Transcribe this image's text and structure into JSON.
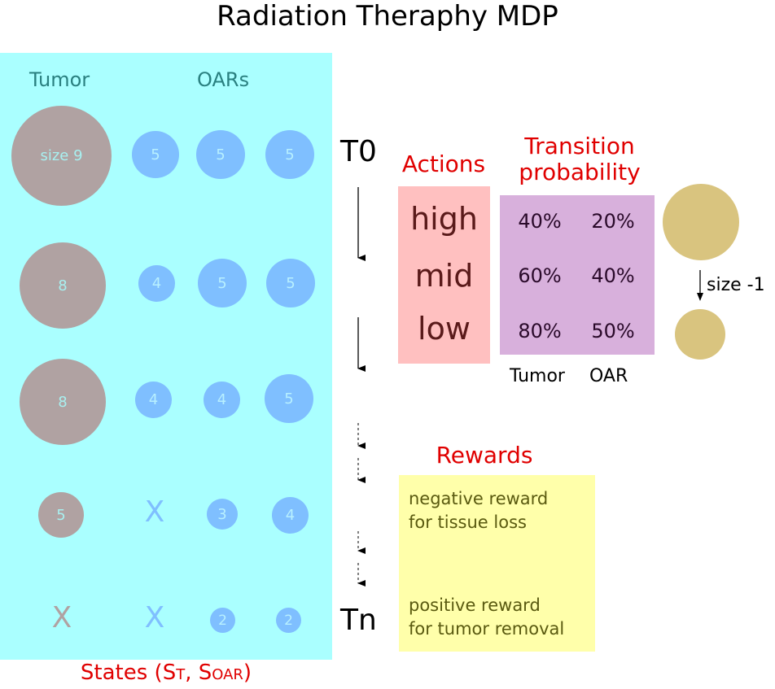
{
  "title": "Radiation Theraphy MDP",
  "states": {
    "tumor_header": "Tumor",
    "oar_header": "OARs",
    "rows": [
      {
        "tumor": "size 9",
        "oars": [
          "5",
          "5",
          "5"
        ]
      },
      {
        "tumor": "8",
        "oars": [
          "4",
          "5",
          "5"
        ]
      },
      {
        "tumor": "8",
        "oars": [
          "4",
          "4",
          "5"
        ]
      },
      {
        "tumor": "5",
        "oars": [
          "X",
          "3",
          "4"
        ]
      },
      {
        "tumor": "X",
        "oars": [
          "X",
          "2",
          "2"
        ]
      }
    ],
    "label_prefix": "States (S",
    "label_sub1": "T",
    "label_mid": ", S",
    "label_sub2": "OAR",
    "label_suffix": ")"
  },
  "time": {
    "start": "T0",
    "end": "Tn"
  },
  "actions": {
    "title": "Actions",
    "items": [
      "high",
      "mid",
      "low"
    ]
  },
  "transition": {
    "title_line1": "Transition",
    "title_line2": "probability",
    "rows": [
      {
        "tumor": "40%",
        "oar": "20%"
      },
      {
        "tumor": "60%",
        "oar": "40%"
      },
      {
        "tumor": "80%",
        "oar": "50%"
      }
    ],
    "tumor_label": "Tumor",
    "oar_label": "OAR",
    "size_change": "size -1"
  },
  "rewards": {
    "title": "Rewards",
    "negative_line1": "negative reward",
    "negative_line2": "for tissue loss",
    "positive_line1": "positive reward",
    "positive_line2": "for tumor removal"
  },
  "colors": {
    "states_bg": "#aaffff",
    "tumor": "#b0a2a2",
    "oar": "#7fbfff",
    "actions_bg": "#ffc0c0",
    "transition_bg": "#d8b0dc",
    "rewards_bg": "#ffffaa",
    "size_circle": "#d9c47f",
    "accent_red": "#e00000"
  }
}
